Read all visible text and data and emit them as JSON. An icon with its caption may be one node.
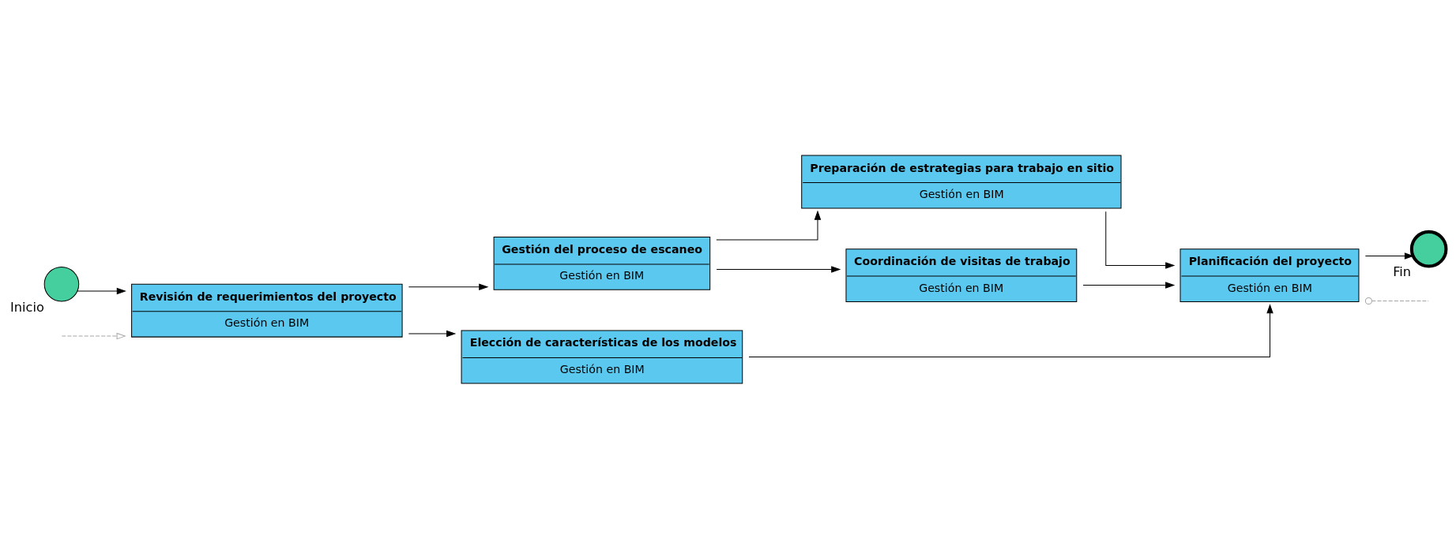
{
  "diagram": {
    "nodes": [
      {
        "text": [],
        "shape": "circle",
        "beside": [
          "Inicio"
        ]
      },
      {
        "text": [
          "Revisión de requerimientos del proyecto",
          "Gestión en BIM"
        ]
      },
      {
        "text": [
          "Gestión del proceso de escaneo",
          "Gestión en BIM"
        ]
      },
      {
        "text": [
          "Preparación de estrategias para trabajo en sitio",
          "Gestión en BIM"
        ]
      },
      {
        "text": [
          "Coordinación de visitas de trabajo",
          "Gestión en BIM"
        ]
      },
      {
        "text": [
          "Elección de características de los modelos",
          "Gestión en BIM"
        ]
      },
      {
        "text": [
          "Planificación del proyecto",
          "Gestión en BIM"
        ]
      },
      {
        "text": [],
        "shape": "circle",
        "beside": [
          "Fin"
        ]
      }
    ],
    "edges": [
      {
        "from": 0,
        "to": 1,
        "arrow": "to"
      },
      {
        "from": 1,
        "to": 2,
        "arrow": "to"
      },
      {
        "from": 1,
        "to": 5,
        "arrow": "to"
      },
      {
        "from": 2,
        "to": 3,
        "arrow": "to"
      },
      {
        "from": 2,
        "to": 4,
        "arrow": "to"
      },
      {
        "from": 3,
        "to": 6,
        "arrow": "to"
      },
      {
        "from": 4,
        "to": 6,
        "arrow": "to"
      },
      {
        "from": 5,
        "to": 6,
        "arrow": "to"
      },
      {
        "from": 6,
        "to": 7,
        "arrow": "to"
      },
      {
        "from": null,
        "to": 1,
        "arrow": "to",
        "style": "dashed",
        "color": "#a6a6a6"
      },
      {
        "from": 6,
        "to": null,
        "arrow": "other",
        "style": "dashed",
        "color": "#a6a6a6"
      }
    ]
  }
}
